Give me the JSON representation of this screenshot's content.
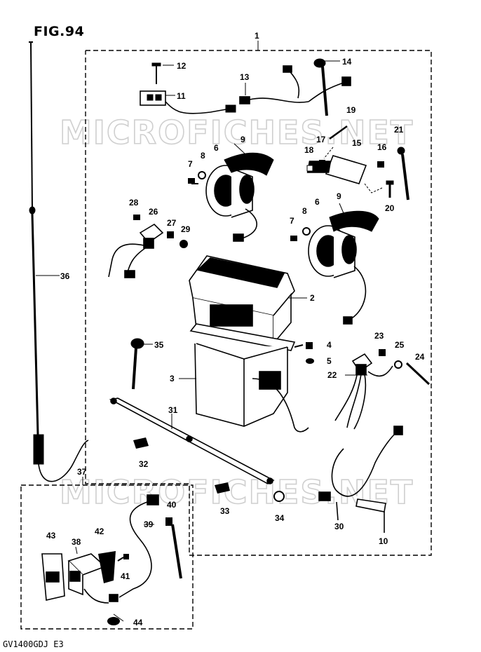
{
  "figure": {
    "title": "FIG.94",
    "model_code": "GV1400GDJ  E3",
    "watermark_text": "MICROFICHES.NET"
  },
  "callouts": [
    "1",
    "2",
    "3",
    "4",
    "5",
    "6",
    "7",
    "8",
    "9",
    "10",
    "11",
    "12",
    "13",
    "14",
    "15",
    "16",
    "17",
    "18",
    "19",
    "20",
    "21",
    "22",
    "23",
    "24",
    "25",
    "26",
    "27",
    "28",
    "29",
    "30",
    "31",
    "32",
    "33",
    "34",
    "35",
    "36",
    "37",
    "38",
    "39",
    "40",
    "41",
    "42",
    "43",
    "44"
  ],
  "colors": {
    "ink": "#000000",
    "watermark": "#cfcfcf",
    "background": "#ffffff"
  }
}
